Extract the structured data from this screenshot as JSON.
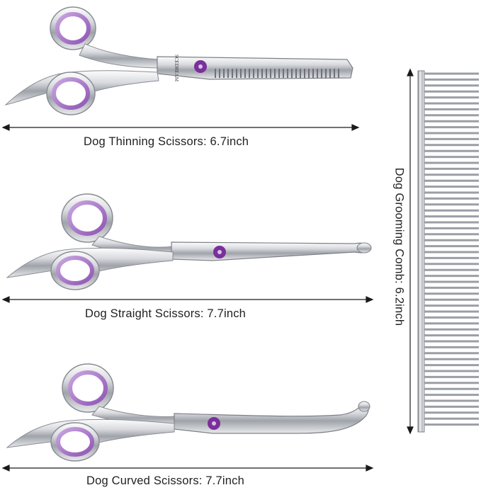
{
  "brand": "SCEDREAM",
  "colors": {
    "accent_purple": "#7a2f9a",
    "ring_purple": "#b98bd6",
    "steel_light": "#f2f2f4",
    "steel_mid": "#b9bcc2",
    "steel_dark": "#5b5e64",
    "text": "#222222"
  },
  "measurements": {
    "thinning": "Dog Thinning Scissors: 6.7inch",
    "straight": "Dog Straight Scissors: 7.7inch",
    "curved": "Dog Curved Scissors: 7.7inch",
    "comb": "Dog Grooming Comb: 6.2inch"
  }
}
